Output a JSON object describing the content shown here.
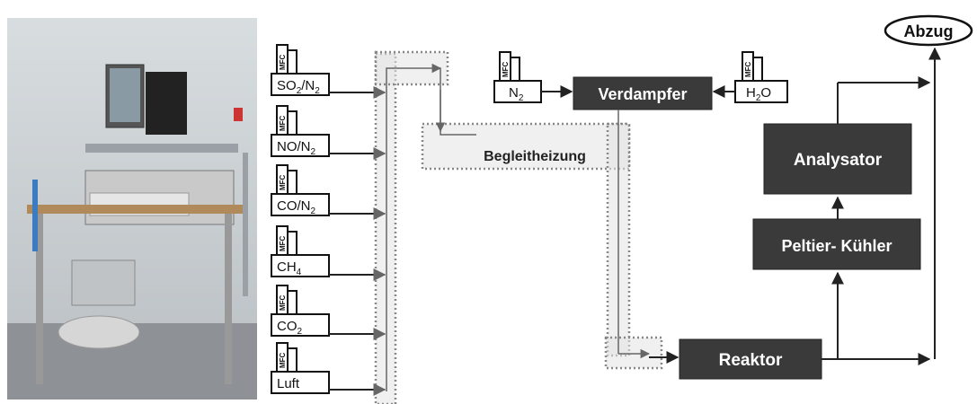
{
  "mfc_label": "MFC",
  "gas_inputs": [
    {
      "name": "SO",
      "sub": "2",
      "tail": "/N",
      "sub2": "2"
    },
    {
      "name": "NO/N",
      "sub": "2",
      "tail": "",
      "sub2": ""
    },
    {
      "name": "CO/N",
      "sub": "2",
      "tail": "",
      "sub2": ""
    },
    {
      "name": "CH",
      "sub": "4",
      "tail": "",
      "sub2": ""
    },
    {
      "name": "CO",
      "sub": "2",
      "tail": "",
      "sub2": ""
    },
    {
      "name": "Luft",
      "sub": "",
      "tail": "",
      "sub2": ""
    }
  ],
  "n2_input": {
    "name": "N",
    "sub": "2"
  },
  "h2o_input": {
    "name": "H",
    "sub": "2",
    "tail": "O"
  },
  "blocks": {
    "verdampfer": "Verdampfer",
    "begleitheizung": "Begleitheizung",
    "reaktor": "Reaktor",
    "peltier": "Peltier- Kühler",
    "analysator": "Analysator",
    "abzug": "Abzug"
  },
  "colors": {
    "dark_block": "#3a3a3a",
    "heating_trace": "#d9d9d9"
  },
  "photo": {
    "description_icon": "lab-setup-photo"
  }
}
